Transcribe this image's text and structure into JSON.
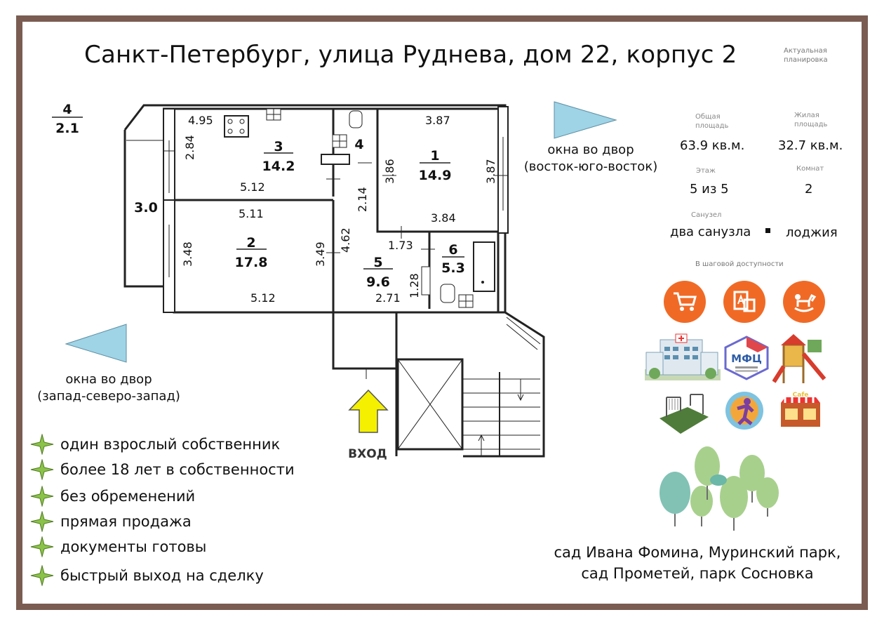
{
  "title": "Санкт-Петербург, улица Руднева, дом 22, корпус 2",
  "badge": "Актуальная планировка",
  "stats": {
    "total_area_label": "Общая площадь",
    "total_area_value": "63.9 кв.м.",
    "living_area_label": "Жилая площадь",
    "living_area_value": "32.7 кв.м.",
    "floor_label": "Этаж",
    "floor_value": "5 из 5",
    "rooms_label": "Комнат",
    "rooms_value": "2",
    "bathroom_label": "Санузел",
    "bathroom_value": "два санузла",
    "loggia_value": "лоджия"
  },
  "walking_label": "В шаговой доступности",
  "windows": {
    "east_line1": "окна во двор",
    "east_line2": "(восток-юго-восток)",
    "west_line1": "окна во двор",
    "west_line2": "(запад-северо-запад)"
  },
  "plan": {
    "loggia_num": "4",
    "loggia_area": "2.1",
    "loggia_width": "3.0",
    "room1_num": "1",
    "room1_area": "14.9",
    "room2_num": "2",
    "room2_area": "17.8",
    "room3_num": "3",
    "room3_area": "14.2",
    "room4_num": "4",
    "room5_num": "5",
    "room5_area": "9.6",
    "room6_num": "6",
    "room6_area": "5.3",
    "dims": [
      "4.95",
      "2.84",
      "5.12",
      "5.11",
      "3.48",
      "3.49",
      "5.12",
      "4.62",
      "2.14",
      "3.87",
      "3.86",
      "3.87",
      "3.84",
      "1.73",
      "1.28",
      "2.71"
    ],
    "entrance": "ВХОД",
    "mfc": "МФЦ",
    "cafe": "Cafe"
  },
  "features": [
    "один взрослый собственник",
    "более 18 лет в собственности",
    "без обременений",
    "прямая продажа",
    "документы готовы",
    "быстрый выход на сделку"
  ],
  "parks_line1": "сад Ивана Фомина, Муринский парк,",
  "parks_line2": "сад Прометей, парк Сосновка",
  "colors": {
    "frame": "#7a5c52",
    "arrow_blue": "#9fd3e6",
    "star_green": "#8bc34a",
    "entrance_yellow": "#f4f000",
    "icon_orange": "#f06a26",
    "tree_green": "#a8d08d",
    "tree_teal": "#6bb7a8"
  }
}
